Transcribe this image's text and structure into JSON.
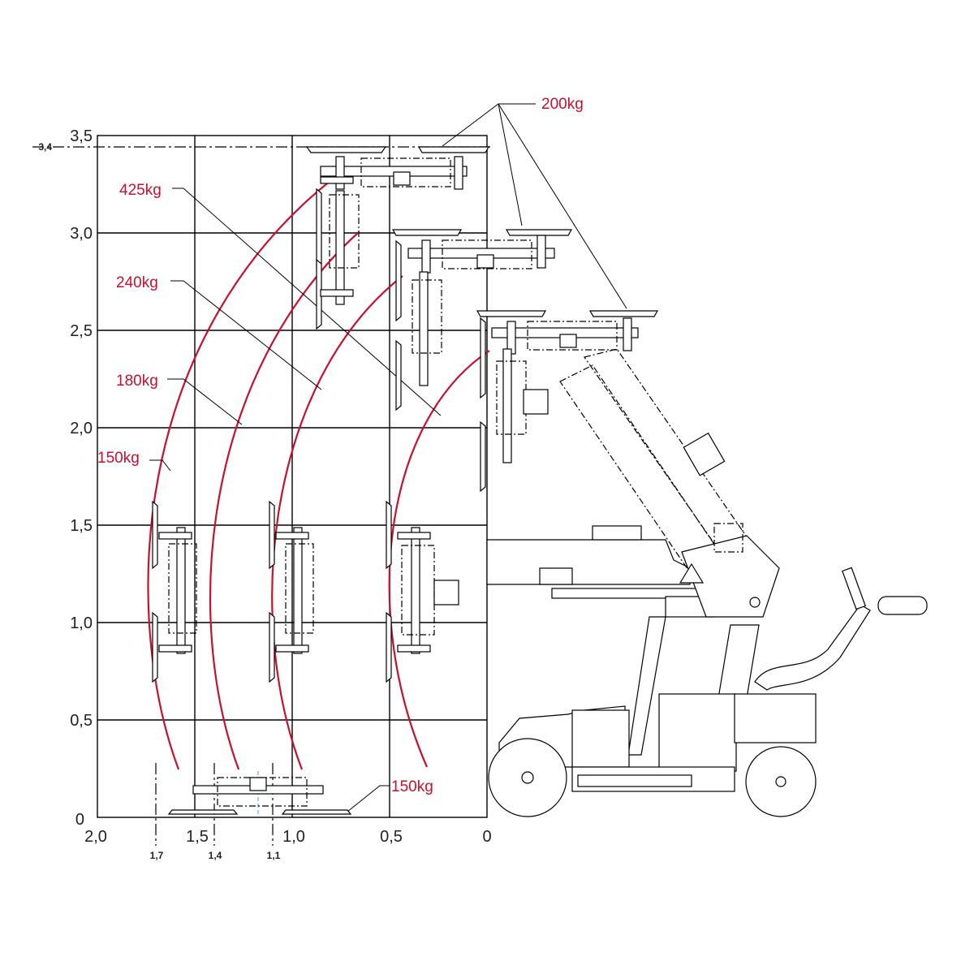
{
  "colors": {
    "curve": "#c8102e",
    "line": "#000000",
    "label_red": "#c8102e"
  },
  "y_axis": {
    "ticks": [
      "3,5",
      "3,0",
      "2,5",
      "2,0",
      "1,5",
      "1,0",
      "0,5",
      "0"
    ],
    "extra_tick": "3,4"
  },
  "x_axis": {
    "ticks": [
      "2,0",
      "1,5",
      "1,0",
      "0,5",
      "0"
    ],
    "extra_ticks": [
      "1,7",
      "1,4",
      "1,1"
    ]
  },
  "loads": {
    "l425": "425kg",
    "l240": "240kg",
    "l180": "180kg",
    "l150_left": "150kg",
    "l200": "200kg",
    "l150_bottom": "150kg"
  }
}
